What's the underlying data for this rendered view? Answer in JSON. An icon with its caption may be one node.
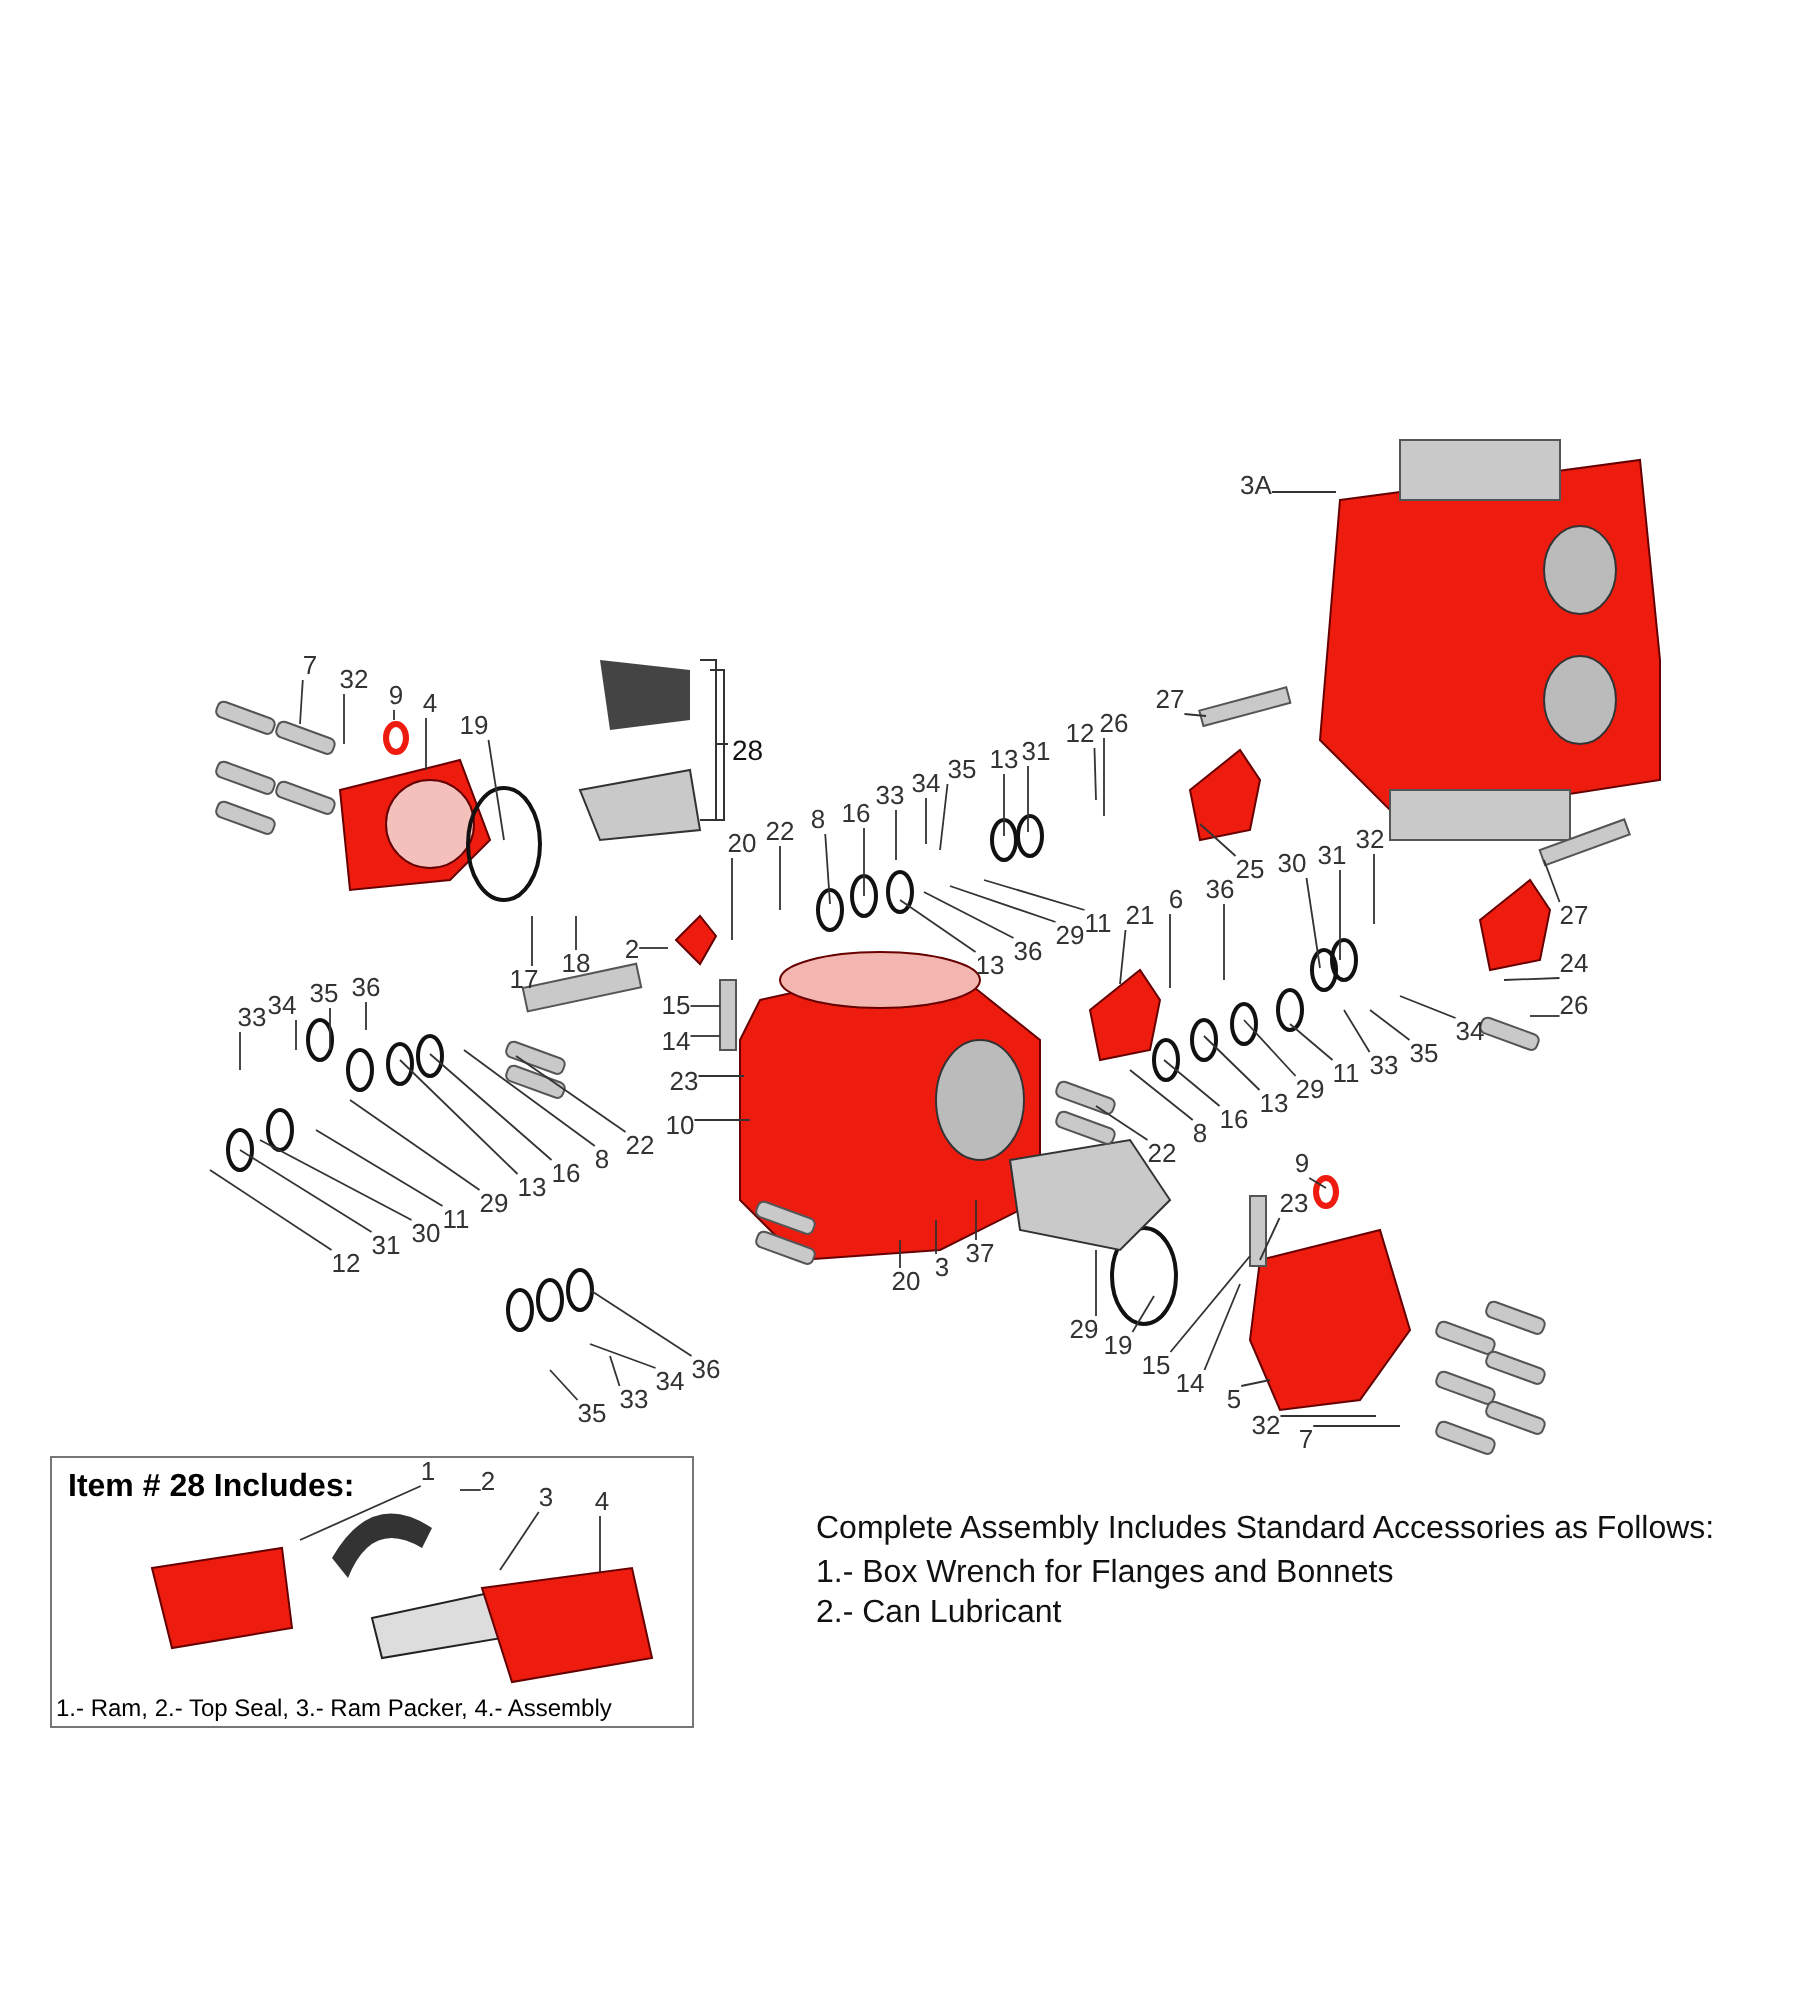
{
  "diagram": {
    "nodes": [
      {
        "text": [
          "3A"
        ]
      },
      {
        "text": [
          "7"
        ]
      },
      {
        "text": [
          "32"
        ]
      },
      {
        "text": [
          "9"
        ]
      },
      {
        "text": [
          "4"
        ]
      },
      {
        "text": [
          "19"
        ]
      },
      {
        "text": [
          "27"
        ]
      },
      {
        "text": [
          "26"
        ]
      },
      {
        "text": [
          "12"
        ]
      },
      {
        "text": [
          "31"
        ]
      },
      {
        "text": [
          "13"
        ]
      },
      {
        "text": [
          "35"
        ]
      },
      {
        "text": [
          "34"
        ]
      },
      {
        "text": [
          "33"
        ]
      },
      {
        "text": [
          "16"
        ]
      },
      {
        "text": [
          "8"
        ]
      },
      {
        "text": [
          "22"
        ]
      },
      {
        "text": [
          "20"
        ]
      },
      {
        "text": [
          "32"
        ]
      },
      {
        "text": [
          "31"
        ]
      },
      {
        "text": [
          "30"
        ]
      },
      {
        "text": [
          "25"
        ]
      },
      {
        "text": [
          "36"
        ]
      },
      {
        "text": [
          "6"
        ]
      },
      {
        "text": [
          "21"
        ]
      },
      {
        "text": [
          "27"
        ]
      },
      {
        "text": [
          "11"
        ]
      },
      {
        "text": [
          "29"
        ]
      },
      {
        "text": [
          "36"
        ]
      },
      {
        "text": [
          "13"
        ]
      },
      {
        "text": [
          "24"
        ]
      },
      {
        "text": [
          "2"
        ]
      },
      {
        "text": [
          "18"
        ]
      },
      {
        "text": [
          "17"
        ]
      },
      {
        "text": [
          "26"
        ]
      },
      {
        "text": [
          "36"
        ]
      },
      {
        "text": [
          "35"
        ]
      },
      {
        "text": [
          "34"
        ]
      },
      {
        "text": [
          "33"
        ]
      },
      {
        "text": [
          "15"
        ]
      },
      {
        "text": [
          "14"
        ]
      },
      {
        "text": [
          "23"
        ]
      },
      {
        "text": [
          "34"
        ]
      },
      {
        "text": [
          "35"
        ]
      },
      {
        "text": [
          "33"
        ]
      },
      {
        "text": [
          "11"
        ]
      },
      {
        "text": [
          "29"
        ]
      },
      {
        "text": [
          "13"
        ]
      },
      {
        "text": [
          "16"
        ]
      },
      {
        "text": [
          "8"
        ]
      },
      {
        "text": [
          "10"
        ]
      },
      {
        "text": [
          "22"
        ]
      },
      {
        "text": [
          "22"
        ]
      },
      {
        "text": [
          "9"
        ]
      },
      {
        "text": [
          "8"
        ]
      },
      {
        "text": [
          "16"
        ]
      },
      {
        "text": [
          "13"
        ]
      },
      {
        "text": [
          "29"
        ]
      },
      {
        "text": [
          "11"
        ]
      },
      {
        "text": [
          "30"
        ]
      },
      {
        "text": [
          "31"
        ]
      },
      {
        "text": [
          "12"
        ]
      },
      {
        "text": [
          "23"
        ]
      },
      {
        "text": [
          "37"
        ]
      },
      {
        "text": [
          "3"
        ]
      },
      {
        "text": [
          "20"
        ]
      },
      {
        "text": [
          "29"
        ]
      },
      {
        "text": [
          "19"
        ]
      },
      {
        "text": [
          "15"
        ]
      },
      {
        "text": [
          "14"
        ]
      },
      {
        "text": [
          "5"
        ]
      },
      {
        "text": [
          "36"
        ]
      },
      {
        "text": [
          "34"
        ]
      },
      {
        "text": [
          "33"
        ]
      },
      {
        "text": [
          "35"
        ]
      },
      {
        "text": [
          "32"
        ]
      },
      {
        "text": [
          "7"
        ]
      },
      {
        "text": [
          "Item # 28 Includes:",
          "1.- Ram, 2.- Top Seal, 3.- Ram Packer, 4.- Assembly"
        ]
      },
      {
        "text": [
          "1"
        ],
        "in": 77
      },
      {
        "text": [
          "2"
        ],
        "in": 77
      },
      {
        "text": [
          "3"
        ],
        "in": 77
      },
      {
        "text": [
          "4"
        ],
        "in": 77
      }
    ],
    "edges": [
      {
        "from": 0,
        "to": null,
        "arrow": "none"
      },
      {
        "from": 1,
        "to": null,
        "arrow": "none"
      },
      {
        "from": 2,
        "to": null,
        "arrow": "none"
      },
      {
        "from": 3,
        "to": null,
        "arrow": "none"
      },
      {
        "from": 4,
        "to": null,
        "arrow": "none"
      },
      {
        "from": 5,
        "to": null,
        "arrow": "none"
      },
      {
        "from": 6,
        "to": null,
        "arrow": "none"
      },
      {
        "from": 7,
        "to": null,
        "arrow": "none"
      },
      {
        "from": 8,
        "to": null,
        "arrow": "none"
      },
      {
        "from": 9,
        "to": null,
        "arrow": "none"
      },
      {
        "from": 10,
        "to": null,
        "arrow": "none"
      },
      {
        "from": 11,
        "to": null,
        "arrow": "none"
      },
      {
        "from": 12,
        "to": null,
        "arrow": "none"
      },
      {
        "from": 13,
        "to": null,
        "arrow": "none"
      },
      {
        "from": 14,
        "to": null,
        "arrow": "none"
      },
      {
        "from": 15,
        "to": null,
        "arrow": "none"
      },
      {
        "from": 16,
        "to": null,
        "arrow": "none"
      },
      {
        "from": 17,
        "to": null,
        "arrow": "none"
      },
      {
        "from": 18,
        "to": null,
        "arrow": "none"
      },
      {
        "from": 19,
        "to": null,
        "arrow": "none"
      },
      {
        "from": 20,
        "to": null,
        "arrow": "none"
      },
      {
        "from": 21,
        "to": null,
        "arrow": "none"
      },
      {
        "from": 22,
        "to": null,
        "arrow": "none"
      },
      {
        "from": 23,
        "to": null,
        "arrow": "none"
      },
      {
        "from": 24,
        "to": null,
        "arrow": "none"
      },
      {
        "from": 25,
        "to": null,
        "arrow": "none"
      },
      {
        "from": 26,
        "to": null,
        "arrow": "none"
      },
      {
        "from": 27,
        "to": null,
        "arrow": "none"
      },
      {
        "from": 28,
        "to": null,
        "arrow": "none"
      },
      {
        "from": 29,
        "to": null,
        "arrow": "none"
      },
      {
        "from": 30,
        "to": null,
        "arrow": "none"
      },
      {
        "from": 31,
        "to": null,
        "arrow": "none"
      },
      {
        "from": 32,
        "to": null,
        "arrow": "none"
      },
      {
        "from": 33,
        "to": null,
        "arrow": "none"
      },
      {
        "from": 34,
        "to": null,
        "arrow": "none"
      },
      {
        "from": 35,
        "to": null,
        "arrow": "none"
      },
      {
        "from": 36,
        "to": null,
        "arrow": "none"
      },
      {
        "from": 37,
        "to": null,
        "arrow": "none"
      },
      {
        "from": 38,
        "to": null,
        "arrow": "none"
      },
      {
        "from": 39,
        "to": null,
        "arrow": "none"
      },
      {
        "from": 40,
        "to": null,
        "arrow": "none"
      },
      {
        "from": 41,
        "to": null,
        "arrow": "none"
      },
      {
        "from": 42,
        "to": null,
        "arrow": "none"
      },
      {
        "from": 43,
        "to": null,
        "arrow": "none"
      },
      {
        "from": 44,
        "to": null,
        "arrow": "none"
      },
      {
        "from": 45,
        "to": null,
        "arrow": "none"
      },
      {
        "from": 46,
        "to": null,
        "arrow": "none"
      },
      {
        "from": 47,
        "to": null,
        "arrow": "none"
      },
      {
        "from": 48,
        "to": null,
        "arrow": "none"
      },
      {
        "from": 49,
        "to": null,
        "arrow": "none"
      },
      {
        "from": 50,
        "to": null,
        "arrow": "none"
      },
      {
        "from": 51,
        "to": null,
        "arrow": "none"
      },
      {
        "from": 52,
        "to": null,
        "arrow": "none"
      },
      {
        "from": 53,
        "to": null,
        "arrow": "none"
      },
      {
        "from": 54,
        "to": null,
        "arrow": "none"
      },
      {
        "from": 55,
        "to": null,
        "arrow": "none"
      },
      {
        "from": 56,
        "to": null,
        "arrow": "none"
      },
      {
        "from": 57,
        "to": null,
        "arrow": "none"
      },
      {
        "from": 58,
        "to": null,
        "arrow": "none"
      },
      {
        "from": 59,
        "to": null,
        "arrow": "none"
      },
      {
        "from": 60,
        "to": null,
        "arrow": "none"
      },
      {
        "from": 61,
        "to": null,
        "arrow": "none"
      },
      {
        "from": 62,
        "to": null,
        "arrow": "none"
      },
      {
        "from": 63,
        "to": null,
        "arrow": "none"
      },
      {
        "from": 64,
        "to": null,
        "arrow": "none"
      },
      {
        "from": 65,
        "to": null,
        "arrow": "none"
      },
      {
        "from": 66,
        "to": null,
        "arrow": "none"
      },
      {
        "from": 67,
        "to": null,
        "arrow": "none"
      },
      {
        "from": 68,
        "to": null,
        "arrow": "none"
      },
      {
        "from": 69,
        "to": null,
        "arrow": "none"
      },
      {
        "from": 70,
        "to": null,
        "arrow": "none"
      },
      {
        "from": 71,
        "to": null,
        "arrow": "none"
      },
      {
        "from": 72,
        "to": null,
        "arrow": "none"
      },
      {
        "from": 73,
        "to": null,
        "arrow": "none"
      },
      {
        "from": 74,
        "to": null,
        "arrow": "none"
      },
      {
        "from": 75,
        "to": null,
        "arrow": "none"
      },
      {
        "from": 76,
        "to": null,
        "arrow": "none"
      },
      {
        "from": 78,
        "to": null,
        "arrow": "none"
      },
      {
        "from": 79,
        "to": null,
        "arrow": "none"
      },
      {
        "from": 80,
        "to": null,
        "arrow": "none"
      },
      {
        "from": 81,
        "to": null,
        "arrow": "none"
      }
    ],
    "labels": [
      "28",
      "Complete Assembly Includes Standard Accessories as Follows:",
      "1.- Box Wrench for Flanges and Bonnets",
      "2.- Can Lubricant"
    ]
  }
}
